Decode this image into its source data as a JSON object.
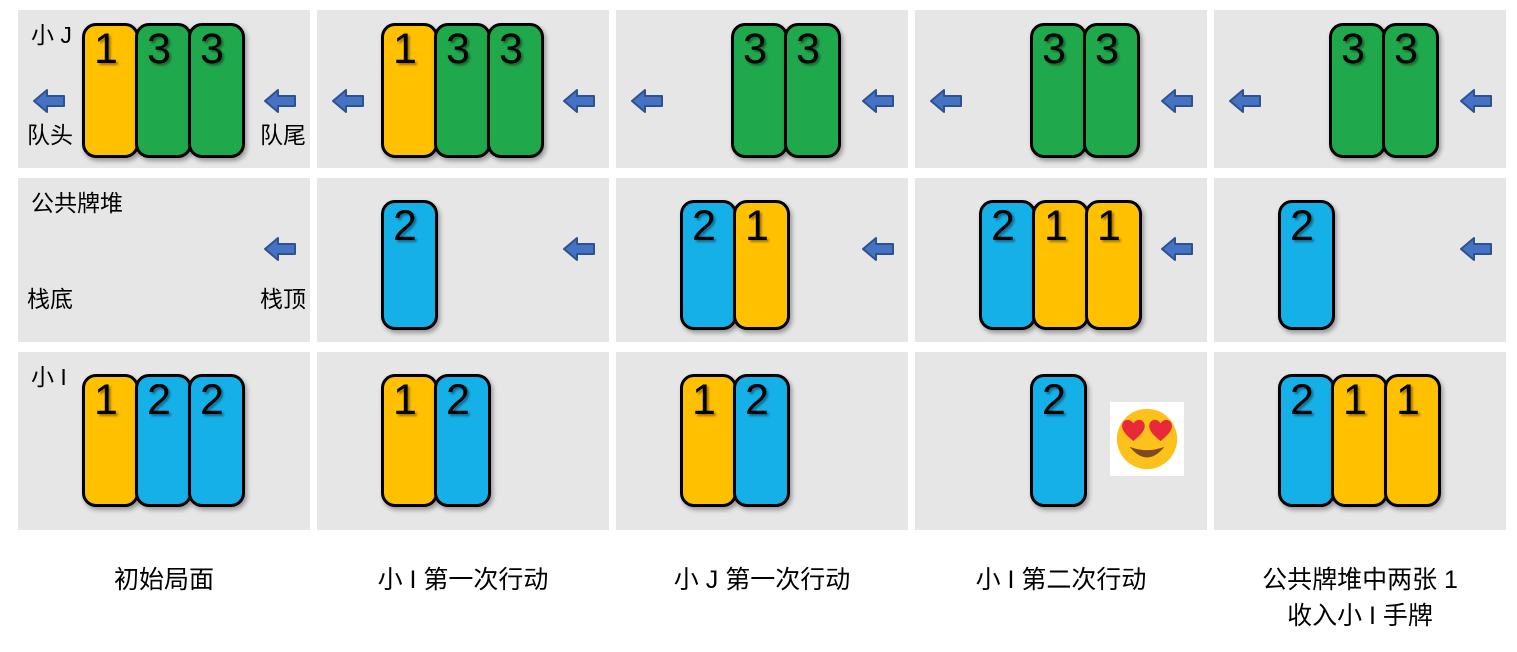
{
  "colors": {
    "panel_bg": "#E7E6E6",
    "card_orange": "#FFC000",
    "card_green": "#1FA94C",
    "card_blue": "#16B0E8",
    "card_border": "#000000",
    "arrow_fill": "#4472C4",
    "arrow_border": "#2F528F"
  },
  "labels": {
    "j_row": "小 J",
    "queue_head": "队头",
    "queue_tail": "队尾",
    "pile": "公共牌堆",
    "stack_bottom": "栈底",
    "stack_top": "栈顶",
    "i_row": "小 I",
    "emoji": "heart-eyes"
  },
  "columns": [
    {
      "caption": "初始局面",
      "j_hand": {
        "cards": [
          {
            "v": "1",
            "c": "orange"
          },
          {
            "v": "3",
            "c": "green"
          },
          {
            "v": "3",
            "c": "green"
          }
        ],
        "arrow_left": true,
        "arrow_right": true
      },
      "pile": {
        "cards": [],
        "arrow_right": true
      },
      "i_hand": {
        "cards": [
          {
            "v": "1",
            "c": "orange"
          },
          {
            "v": "2",
            "c": "blue"
          },
          {
            "v": "2",
            "c": "blue"
          }
        ]
      }
    },
    {
      "caption": "小 I 第一次行动",
      "j_hand": {
        "cards": [
          {
            "v": "1",
            "c": "orange"
          },
          {
            "v": "3",
            "c": "green"
          },
          {
            "v": "3",
            "c": "green"
          }
        ],
        "arrow_left": true,
        "arrow_right": true
      },
      "pile": {
        "cards": [
          {
            "v": "2",
            "c": "blue"
          }
        ],
        "arrow_right": true
      },
      "i_hand": {
        "cards": [
          {
            "v": "1",
            "c": "orange"
          },
          {
            "v": "2",
            "c": "blue"
          }
        ]
      }
    },
    {
      "caption": "小 J 第一次行动",
      "j_hand": {
        "cards": [
          {
            "v": "3",
            "c": "green"
          },
          {
            "v": "3",
            "c": "green"
          }
        ],
        "arrow_left": true,
        "arrow_right": true,
        "cards_offset": "center"
      },
      "pile": {
        "cards": [
          {
            "v": "2",
            "c": "blue"
          },
          {
            "v": "1",
            "c": "orange"
          }
        ],
        "arrow_right": true
      },
      "i_hand": {
        "cards": [
          {
            "v": "1",
            "c": "orange"
          },
          {
            "v": "2",
            "c": "blue"
          }
        ]
      }
    },
    {
      "caption": "小 I 第二次行动",
      "j_hand": {
        "cards": [
          {
            "v": "3",
            "c": "green"
          },
          {
            "v": "3",
            "c": "green"
          }
        ],
        "arrow_left": true,
        "arrow_right": true,
        "cards_offset": "center"
      },
      "pile": {
        "cards": [
          {
            "v": "2",
            "c": "blue"
          },
          {
            "v": "1",
            "c": "orange"
          },
          {
            "v": "1",
            "c": "orange"
          }
        ],
        "arrow_right": true
      },
      "i_hand": {
        "cards": [
          {
            "v": "2",
            "c": "blue"
          }
        ],
        "cards_offset": "center",
        "emoji": true
      }
    },
    {
      "caption": "公共牌堆中两张 1",
      "caption_line2": "收入小 I 手牌",
      "j_hand": {
        "cards": [
          {
            "v": "3",
            "c": "green"
          },
          {
            "v": "3",
            "c": "green"
          }
        ],
        "arrow_left": true,
        "arrow_right": true,
        "cards_offset": "center"
      },
      "pile": {
        "cards": [
          {
            "v": "2",
            "c": "blue"
          }
        ],
        "arrow_right": true
      },
      "i_hand": {
        "cards": [
          {
            "v": "2",
            "c": "blue"
          },
          {
            "v": "1",
            "c": "orange"
          },
          {
            "v": "1",
            "c": "orange"
          }
        ]
      }
    }
  ]
}
